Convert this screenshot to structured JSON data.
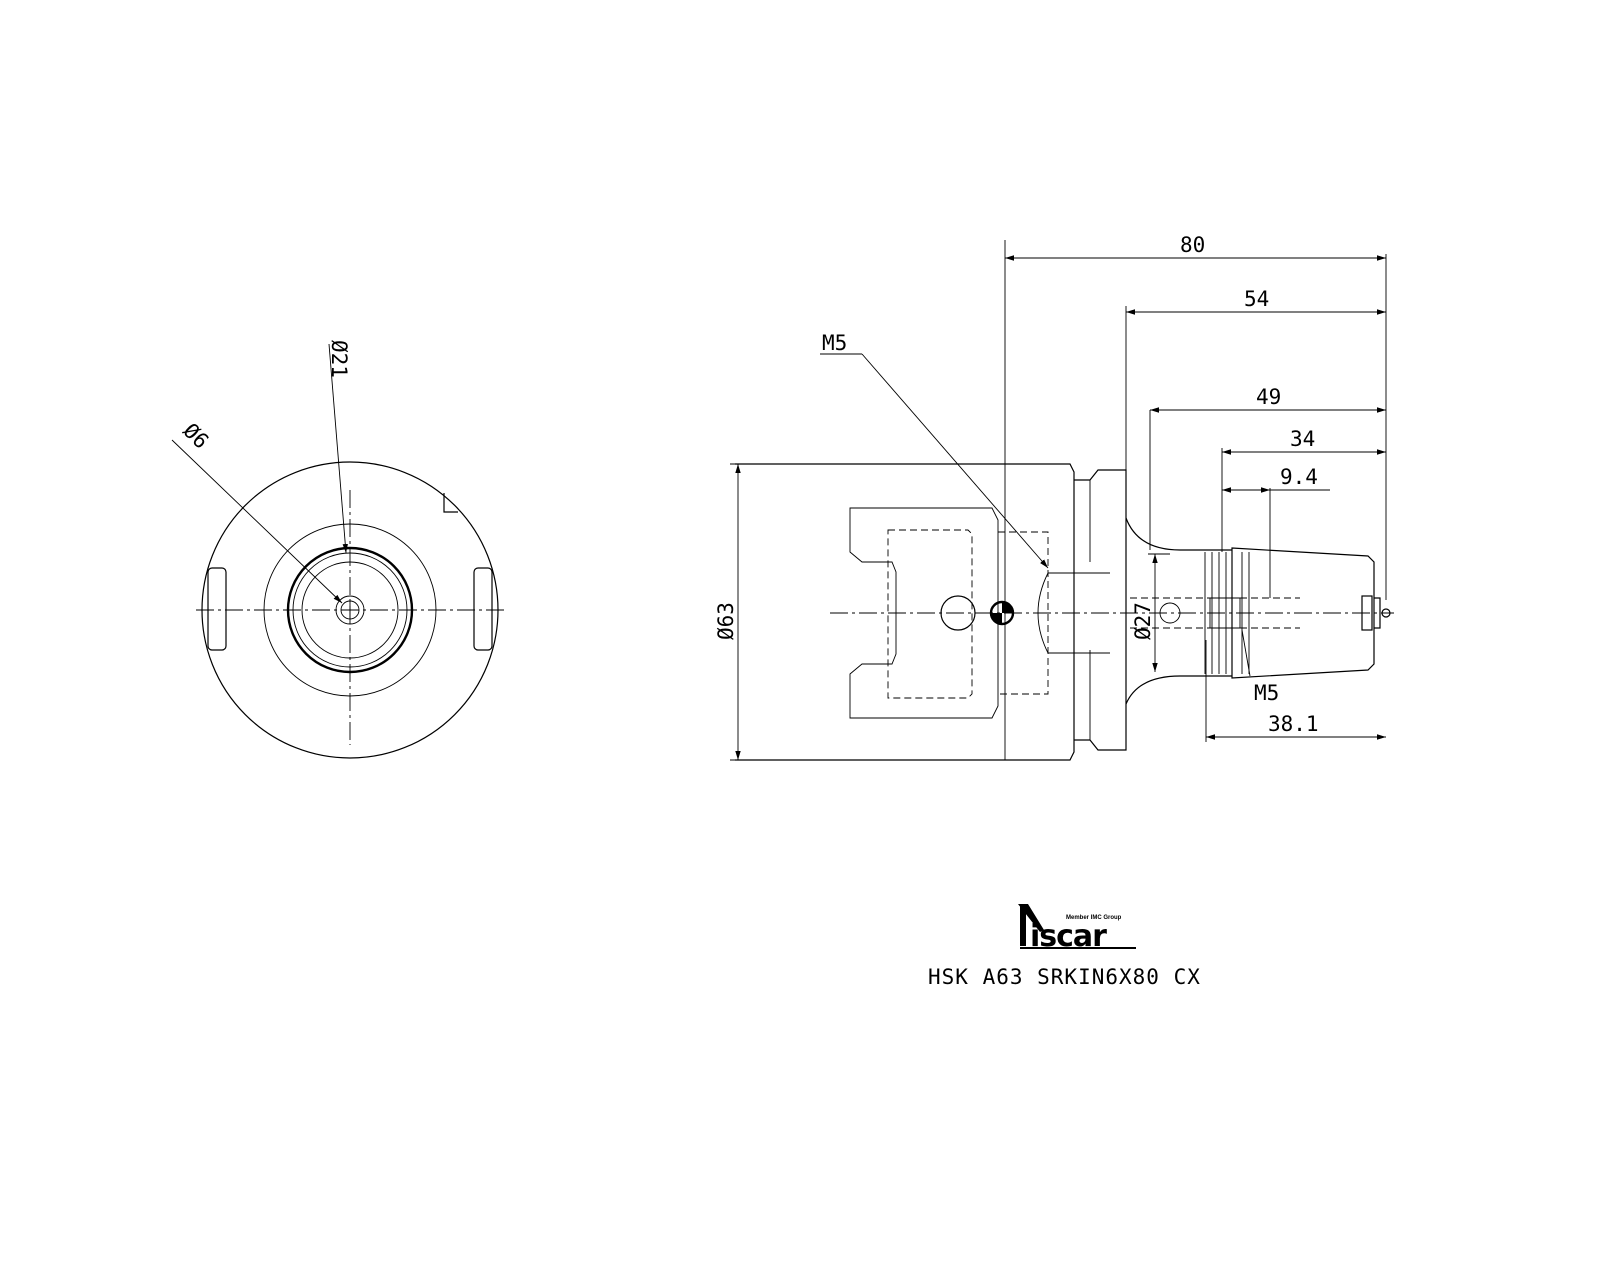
{
  "end_view": {
    "labels": {
      "d21": "Ø21",
      "d6": "Ø6"
    }
  },
  "side_view": {
    "labels": {
      "l80": "80",
      "l54": "54",
      "l49": "49",
      "l34": "34",
      "l9_4": "9.4",
      "l38_1": "38.1",
      "d63": "Ø63",
      "d27": "Ø27",
      "m5_top": "M5",
      "m5_bottom": "M5"
    }
  },
  "logo": {
    "tagline": "Member IMC Group",
    "brand": "iscar",
    "brand_color": "#000000"
  },
  "title_block": {
    "part_number": "HSK A63 SRKIN6X80 CX"
  }
}
